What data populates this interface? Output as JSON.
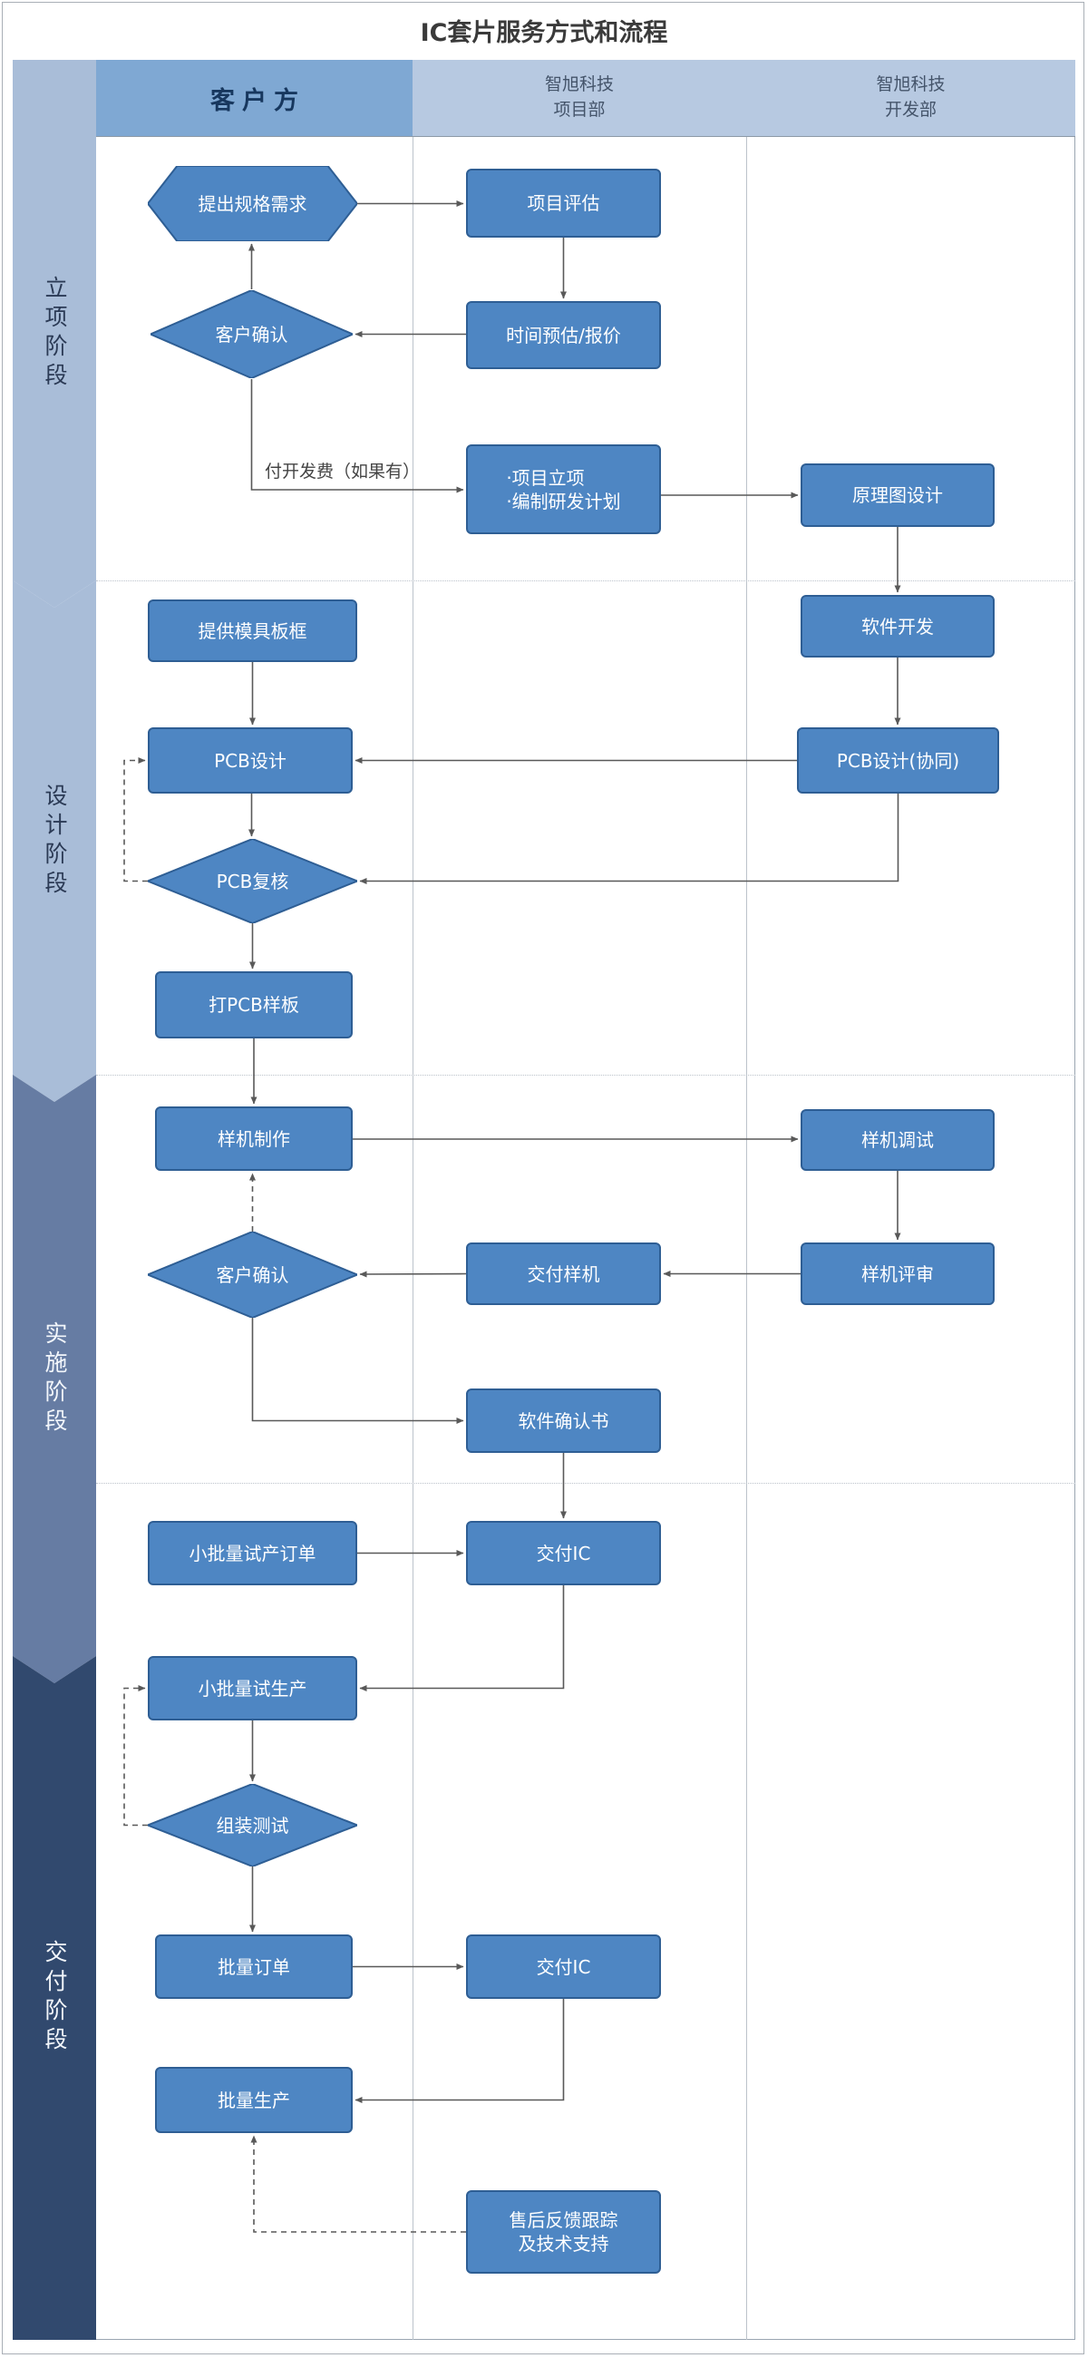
{
  "title": "IC套片服务方式和流程",
  "colors": {
    "node_fill": "#4E86C3",
    "node_border": "#2E5E94",
    "lane1_header_bg": "#7FA8D3",
    "lane23_header_bg": "#B7C9E1",
    "band_light": "#A9BDD8",
    "band_medium": "#667CA3",
    "band_dark": "#31496E",
    "connector": "#595959"
  },
  "lanes": {
    "customer": {
      "label": "客户方"
    },
    "project_dept": {
      "label_line1": "智旭科技",
      "label_line2": "项目部"
    },
    "dev_dept": {
      "label_line1": "智旭科技",
      "label_line2": "开发部"
    }
  },
  "phases": {
    "p1": {
      "label": "立项阶段"
    },
    "p2": {
      "label": "设计阶段"
    },
    "p3": {
      "label": "实施阶段"
    },
    "p4": {
      "label": "交付阶段"
    }
  },
  "nodes": {
    "propose_spec": "提出规格需求",
    "project_eval": "项目评估",
    "time_quote": "时间预估/报价",
    "customer_confirm_1": "客户确认",
    "project_setup_line1": "·项目立项",
    "project_setup_line2": "·编制研发计划",
    "schematic_design": "原理图设计",
    "software_dev": "软件开发",
    "provide_mold": "提供模具板框",
    "pcb_design": "PCB设计",
    "pcb_design_collab": "PCB设计(协同)",
    "pcb_review": "PCB复核",
    "pcb_sample": "打PCB样板",
    "prototype_make": "样机制作",
    "prototype_debug": "样机调试",
    "prototype_review": "样机评审",
    "deliver_prototype": "交付样机",
    "customer_confirm_2": "客户确认",
    "software_confirm": "软件确认书",
    "small_batch_order": "小批量试产订单",
    "deliver_ic_1": "交付IC",
    "small_batch_production": "小批量试生产",
    "assembly_test": "组装测试",
    "batch_order": "批量订单",
    "deliver_ic_2": "交付IC",
    "mass_production": "批量生产",
    "after_sales_line1": "售后反馈跟踪",
    "after_sales_line2": "及技术支持"
  },
  "edge_labels": {
    "dev_fee": "付开发费（如果有）"
  }
}
